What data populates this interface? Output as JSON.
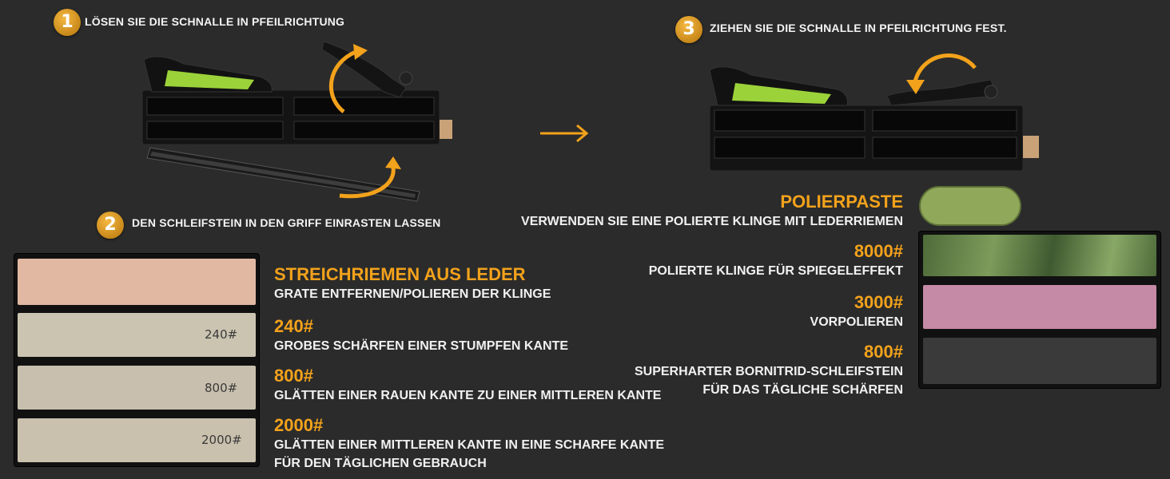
{
  "steps": [
    {
      "number": "1",
      "text": "LÖSEN SIE DIE SCHNALLE IN PFEILRICHTUNG"
    },
    {
      "number": "2",
      "text": "DEN SCHLEIFSTEIN IN DEN GRIFF EINRASTEN LASSEN"
    },
    {
      "number": "3",
      "text": "ZIEHEN SIE DIE SCHNALLE IN PFEILRICHTUNG FEST."
    }
  ],
  "left_stones": [
    {
      "title": "STREICHRIEMEN AUS LEDER",
      "lines": [
        "GRATE ENTFERNEN/POLIEREN DER KLINGE"
      ],
      "grit_label": "",
      "color": "#e1b8a1"
    },
    {
      "title": "240#",
      "lines": [
        "GROBES SCHÄRFEN EINER STUMPFEN KANTE"
      ],
      "grit_label": "240#",
      "color": "#cbc4b1"
    },
    {
      "title": "800#",
      "lines": [
        "GLÄTTEN EINER RAUEN KANTE ZU EINER MITTLEREN KANTE"
      ],
      "grit_label": "800#",
      "color": "#c8bfae"
    },
    {
      "title": "2000#",
      "lines": [
        "GLÄTTEN EINER MITTLEREN KANTE IN EINE SCHARFE KANTE",
        "FÜR DEN TÄGLICHEN GEBRAUCH"
      ],
      "grit_label": "2000#",
      "color": "#c9c0ad"
    }
  ],
  "right_stones": [
    {
      "title": "POLIERPASTE",
      "lines": [
        "VERWENDEN SIE EINE POLIERTE KLINGE MIT LEDERRIEMEN"
      ],
      "color": "#8fa85a"
    },
    {
      "title": "8000#",
      "lines": [
        "POLIERTE KLINGE FÜR SPIEGELEFFEKT"
      ],
      "color": "#6e8a4c"
    },
    {
      "title": "3000#",
      "lines": [
        "VORPOLIEREN"
      ],
      "color": "#c58aa6"
    },
    {
      "title": "800#",
      "lines": [
        "SUPERHARTER BORNITRID-SCHLEIFSTEIN",
        "FÜR DAS TÄGLICHE SCHÄRFEN"
      ],
      "color": "#3a3a3a"
    }
  ],
  "colors": {
    "accent": "#f3a21b",
    "background": "#2b2b2b",
    "handle_green": "#9bd23a"
  }
}
